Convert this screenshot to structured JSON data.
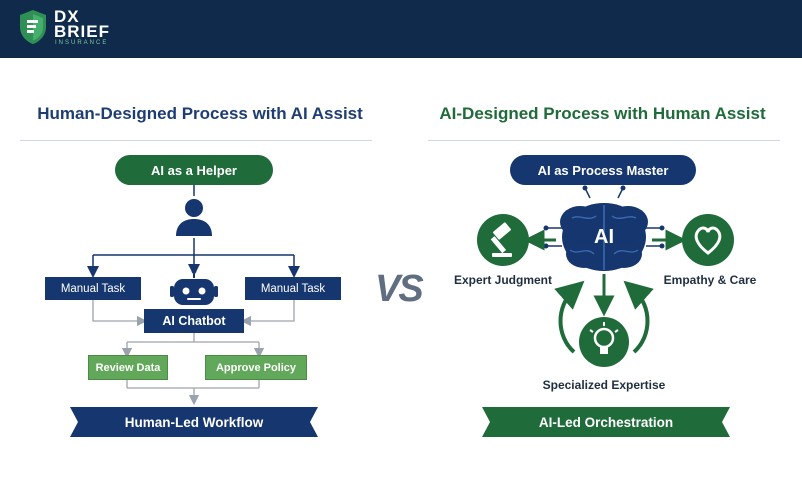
{
  "brand": {
    "line1": "DX",
    "line2": "BRIEF",
    "line3": "INSURANCE"
  },
  "left": {
    "title": "Human-Designed Process with AI Assist",
    "helper_label": "AI as a Helper",
    "manual_task_left": "Manual Task",
    "manual_task_right": "Manual Task",
    "chatbot_label": "AI Chatbot",
    "review_label": "Review Data",
    "approve_label": "Approve Policy",
    "footer_label": "Human-Led Workflow"
  },
  "vs_label": "VS",
  "right": {
    "title": "AI-Designed Process with Human Assist",
    "master_label": "AI as Process Master",
    "brain_text": "AI",
    "expert_label": "Expert Judgment",
    "empathy_label": "Empathy & Care",
    "specialized_label": "Specialized Expertise",
    "footer_label": "AI-Led Orchestration"
  },
  "colors": {
    "navy": "#15366e",
    "dark_green": "#1f6b3a",
    "light_green": "#62a85a",
    "header_bg": "#0f2a4a"
  },
  "icons": [
    "shield-logo-icon",
    "person-icon",
    "robot-icon",
    "brain-icon",
    "gavel-icon",
    "heart-icon",
    "lightbulb-icon"
  ]
}
